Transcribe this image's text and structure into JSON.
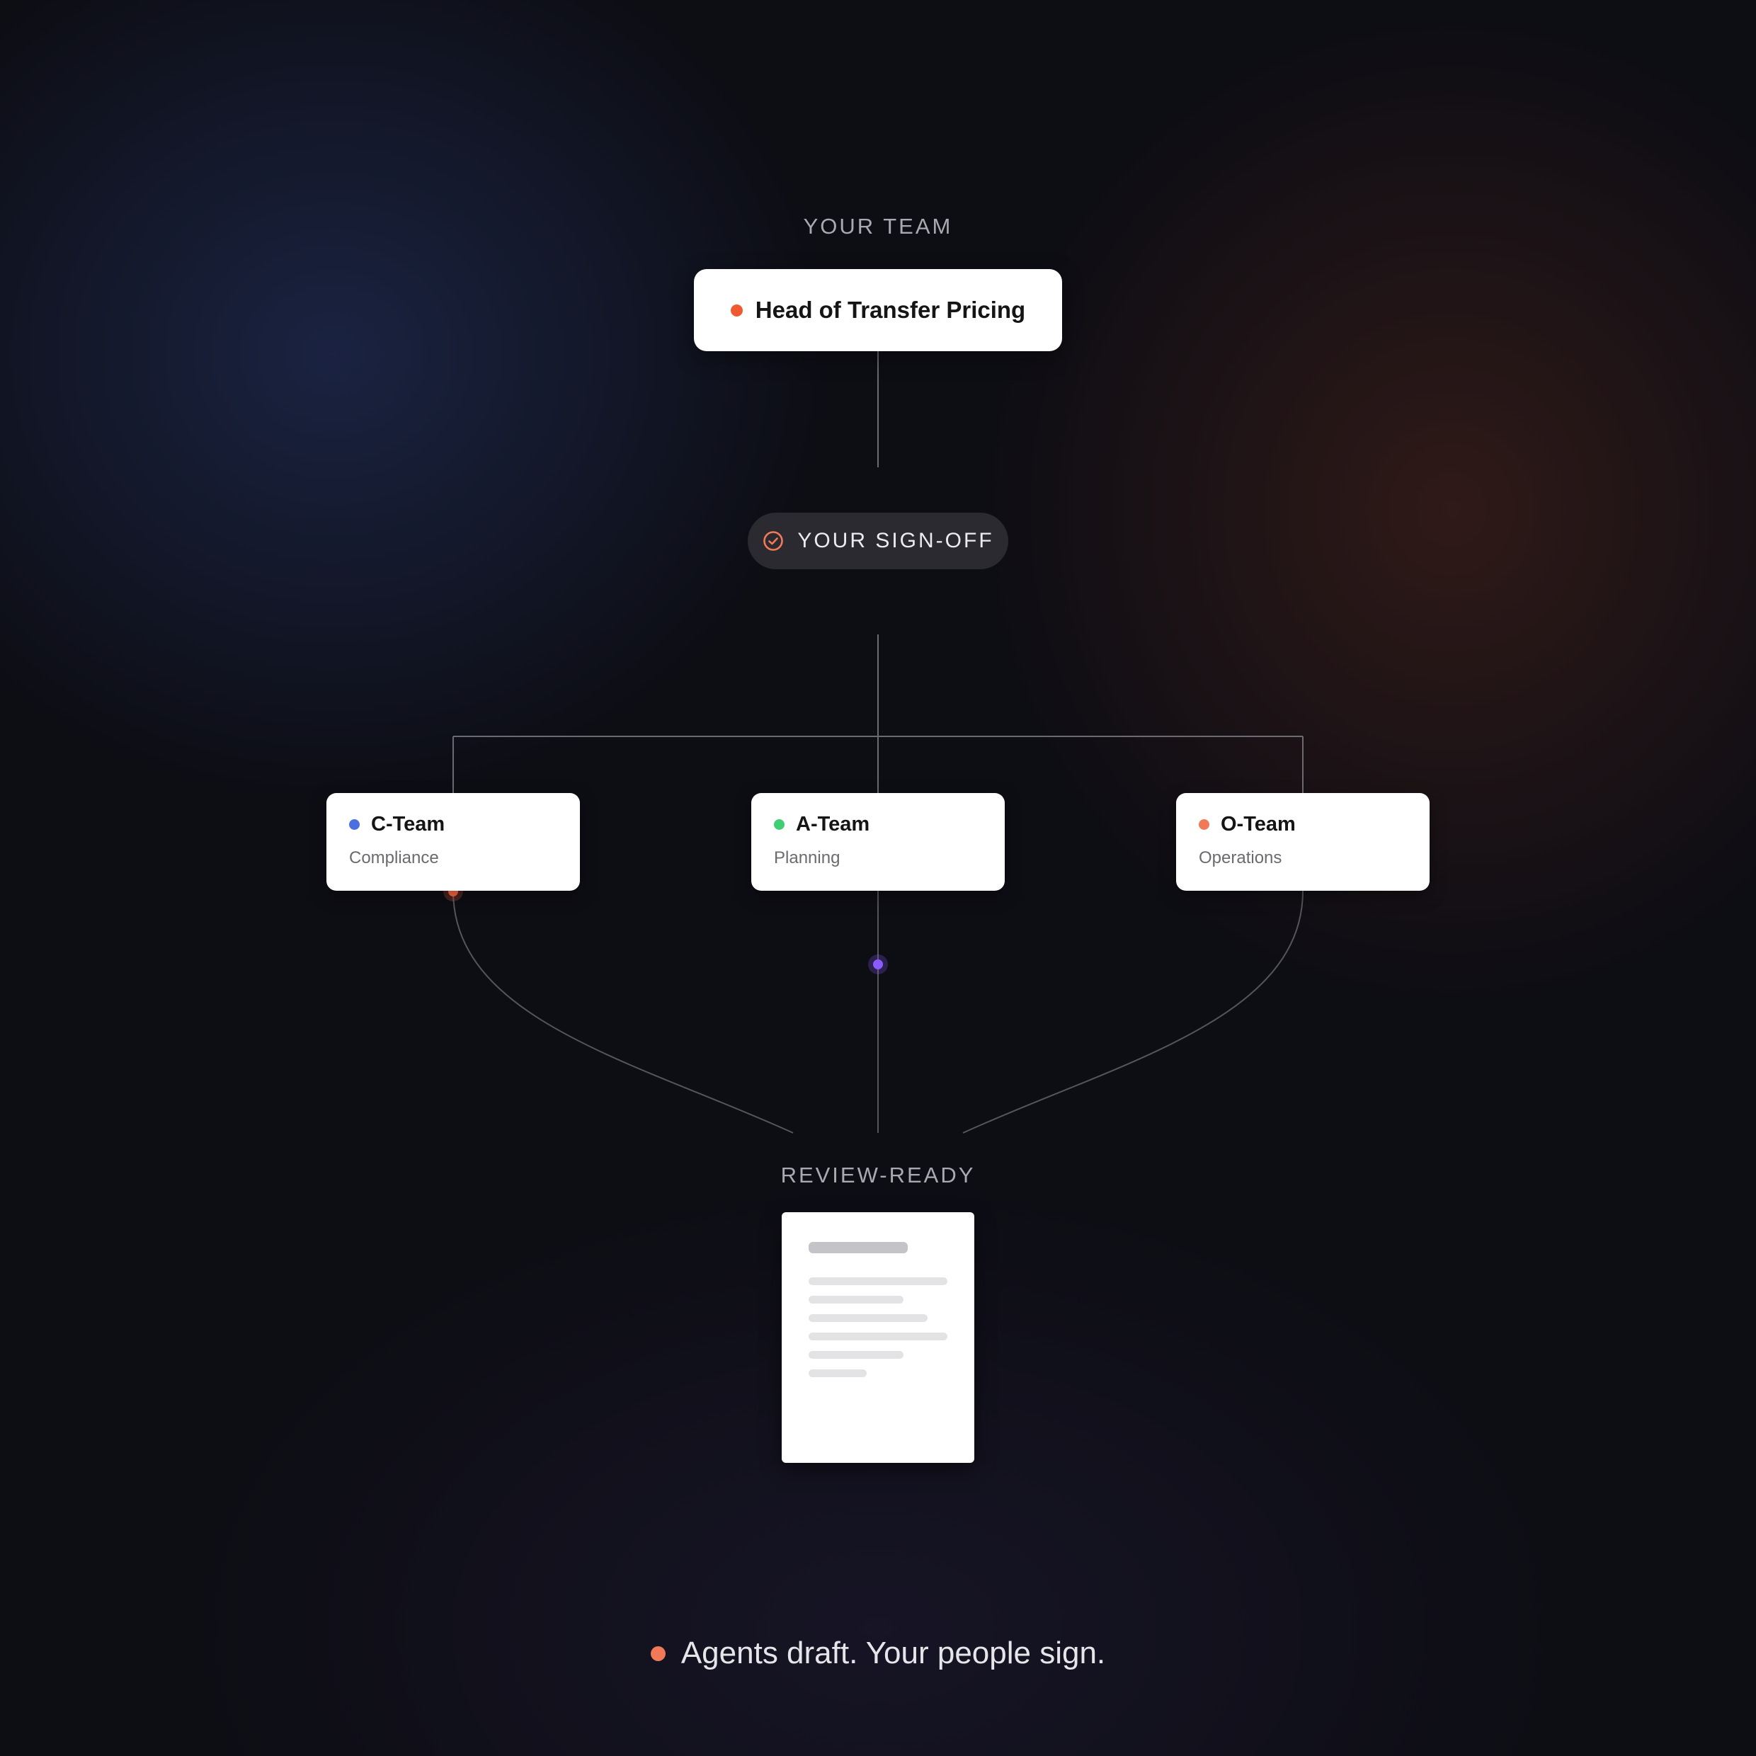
{
  "top_label": "YOUR TEAM",
  "head": {
    "title": "Head of Transfer Pricing",
    "dot_color": "#ef5a30"
  },
  "signoff": {
    "label": "YOUR SIGN-OFF",
    "icon": "check-circle-icon",
    "icon_color": "#f07a58"
  },
  "teams": [
    {
      "name": "C-Team",
      "subtitle": "Compliance",
      "dot_color": "#4a6fe0"
    },
    {
      "name": "A-Team",
      "subtitle": "Planning",
      "dot_color": "#3fcf72"
    },
    {
      "name": "O-Team",
      "subtitle": "Operations",
      "dot_color": "#f07a58"
    }
  ],
  "output_label": "REVIEW-READY",
  "tagline": {
    "text": "Agents draft. Your people sign.",
    "dot_color": "#f07a58"
  },
  "colors": {
    "connector": "#6a6a72",
    "pulse_orange": "#ff6a45",
    "pulse_purple": "#8a5cff"
  }
}
